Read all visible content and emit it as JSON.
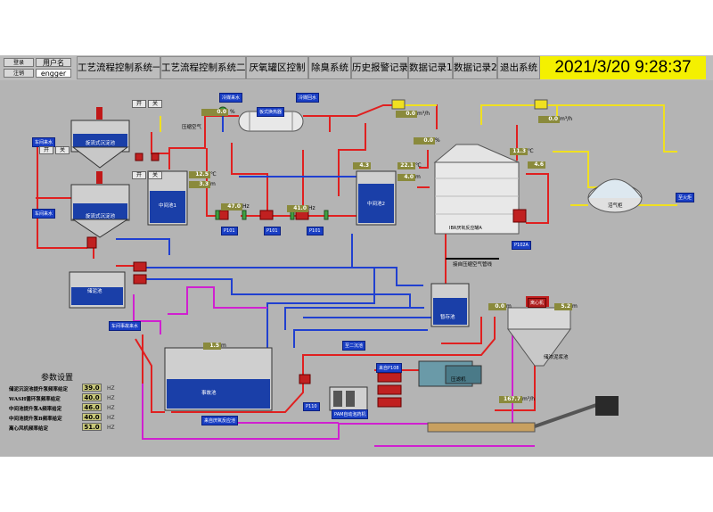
{
  "header": {
    "login_label": "登录",
    "logout_label": "注销",
    "user_label": "用户名",
    "username": "engger",
    "tabs": [
      "工艺流程控制系统一",
      "工艺流程控制系统二",
      "厌氧罐区控制",
      "除臭系统",
      "历史报警记录",
      "数据记录1",
      "数据记录2",
      "退出系统"
    ],
    "datetime": "2021/3/20 9:28:37"
  },
  "labels": {
    "clean_water_1": "冷媒来水",
    "clean_water_2": "冷媒回水",
    "heat_exchanger": "板式换热器",
    "compressed_air": "压缩空气",
    "from_workshop_1": "车间来水",
    "from_workshop_2": "车间来水",
    "tank1": "旋流式沉淀池",
    "tank2": "旋流式沉淀池",
    "intermediate1": "中间池1",
    "intermediate2": "中间池2",
    "storage_pool": "储泥池",
    "anaerobic_tank": "IBR厌氧反应罐A",
    "biogas_tank": "沼气柜",
    "flare": "至火炬",
    "buffer_pool": "暂存池",
    "centrifuge": "离心机",
    "sludge_pool": "储浓泥浆池",
    "accident_pool": "事故池",
    "accident_inflow": "来自厌氧反应池",
    "to_secondary": "至二沉池",
    "from_p108": "来自P108",
    "compressor": "压滤机",
    "pam": "PAM自动泡药机",
    "workshop_discharge": "车间事故来水",
    "from_compress": "接自压缩空气管线",
    "p101a": "P101",
    "p101b": "P101",
    "p101c": "P101",
    "p102a": "P102A",
    "p110": "P110",
    "open": "开",
    "close": "关"
  },
  "readings": {
    "v1": "0.0",
    "v1_unit": "%",
    "v2": "0.0",
    "v2_unit": "%",
    "flow1": "0.0",
    "flow1_unit": "m³/h",
    "flow2": "0.0",
    "flow2_unit": "m³/h",
    "temp1": "12.5",
    "temp1_unit": "℃",
    "lvl1": "3.3",
    "lvl1_unit": "m",
    "hz1": "47.0",
    "hz1_unit": "Hz",
    "hz2": "41.0",
    "hz2_unit": "Hz",
    "lvl2": "4.3",
    "temp2": "22.1",
    "temp2_unit": "℃",
    "lvl3": "4.0",
    "lvl3_unit": "m",
    "temp3": "11.3",
    "temp3_unit": "℃",
    "lvl4": "4.6",
    "lvl5": "0.0",
    "lvl5_unit": "m",
    "lvl6": "5.2",
    "lvl6_unit": "m",
    "lvl7": "1.5",
    "lvl7_unit": "m",
    "flow3": "167.7",
    "flow3_unit": "m³/h"
  },
  "params": {
    "title": "参数设置",
    "items": [
      {
        "name": "储泥沉淀池提升泵频率给定",
        "value": "39.0",
        "unit": "HZ"
      },
      {
        "name": "WASH循环泵频率给定",
        "value": "40.0",
        "unit": "HZ"
      },
      {
        "name": "中间池提升泵A频率给定",
        "value": "46.0",
        "unit": "HZ"
      },
      {
        "name": "中间池提升泵B频率给定",
        "value": "40.0",
        "unit": "HZ"
      },
      {
        "name": "离心风机频率给定",
        "value": "51.0",
        "unit": "HZ"
      }
    ]
  }
}
